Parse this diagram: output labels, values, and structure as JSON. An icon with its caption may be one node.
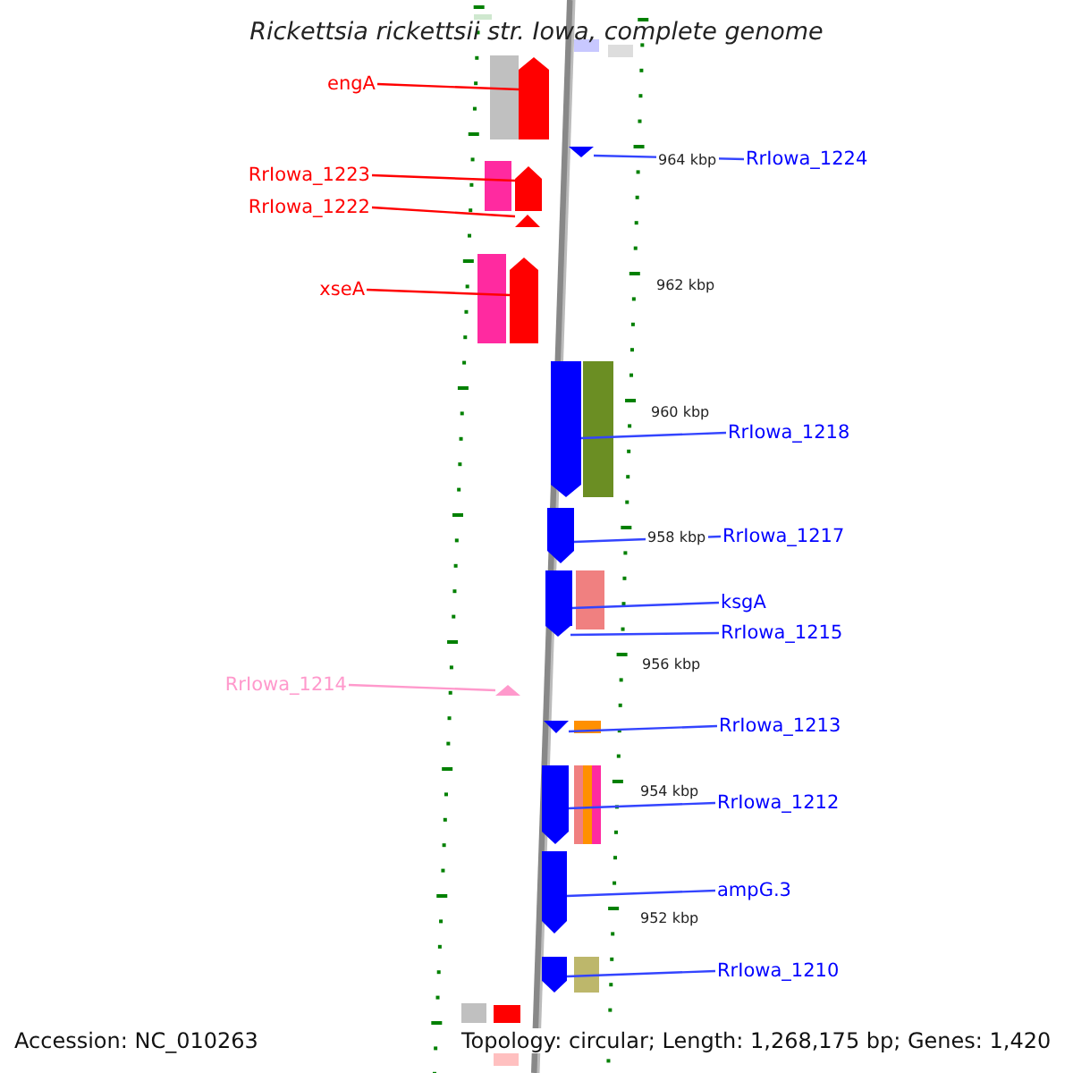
{
  "diagram": {
    "title": "Rickettsia rickettsii str. Iowa, complete genome",
    "nodes": [
      {
        "text": [
          "engA"
        ]
      },
      {
        "text": [],
        "shape": "bar"
      },
      {
        "text": [
          "RrIowa_1224"
        ]
      },
      {
        "text": [],
        "shape": "bar"
      },
      {
        "text": [
          "RrIowa_1223"
        ]
      },
      {
        "text": [],
        "shape": "bar"
      },
      {
        "text": [
          "RrIowa_1222"
        ]
      },
      {
        "text": [],
        "shape": "bar"
      },
      {
        "text": [
          "xseA"
        ]
      },
      {
        "text": [],
        "shape": "bar"
      },
      {
        "text": [
          "RrIowa_1218"
        ]
      },
      {
        "text": [],
        "shape": "bar"
      },
      {
        "text": [
          "RrIowa_1217"
        ]
      },
      {
        "text": [],
        "shape": "bar"
      },
      {
        "text": [
          "ksgA"
        ]
      },
      {
        "text": [],
        "shape": "bar"
      },
      {
        "text": [
          "RrIowa_1215"
        ]
      },
      {
        "text": [],
        "shape": "bar"
      },
      {
        "text": [
          "RrIowa_1214"
        ]
      },
      {
        "text": [],
        "shape": "bar"
      },
      {
        "text": [
          "RrIowa_1213"
        ]
      },
      {
        "text": [],
        "shape": "bar"
      },
      {
        "text": [
          "RrIowa_1212"
        ]
      },
      {
        "text": [],
        "shape": "bar"
      },
      {
        "text": [
          "ampG.3"
        ]
      },
      {
        "text": [],
        "shape": "bar"
      },
      {
        "text": [
          "RrIowa_1210"
        ]
      },
      {
        "text": [],
        "shape": "bar"
      }
    ],
    "edges": [
      {
        "from": 0,
        "to": 1,
        "arrow": "none",
        "color": "#ff0000"
      },
      {
        "from": 2,
        "to": 3,
        "arrow": "none"
      },
      {
        "from": 4,
        "to": 5,
        "arrow": "none",
        "color": "#ff0000"
      },
      {
        "from": 6,
        "to": 7,
        "arrow": "none",
        "color": "#ff0000"
      },
      {
        "from": 8,
        "to": 9,
        "arrow": "none",
        "color": "#ff0000"
      },
      {
        "from": 10,
        "to": 11,
        "arrow": "none"
      },
      {
        "from": 12,
        "to": 13,
        "arrow": "none"
      },
      {
        "from": 14,
        "to": 15,
        "arrow": "none"
      },
      {
        "from": 16,
        "to": 17,
        "arrow": "none"
      },
      {
        "from": 18,
        "to": 19,
        "arrow": "none",
        "color": "#ff99cc"
      },
      {
        "from": 20,
        "to": 21,
        "arrow": "none"
      },
      {
        "from": 22,
        "to": 23,
        "arrow": "none"
      },
      {
        "from": 24,
        "to": 25,
        "arrow": "none"
      },
      {
        "from": 26,
        "to": 27,
        "arrow": "none"
      }
    ],
    "labels": [
      "964 kbp",
      "962 kbp",
      "960 kbp",
      "958 kbp",
      "956 kbp",
      "954 kbp",
      "952 kbp",
      "Accession: NC_010263",
      "Topology: circular; Length: 1,268,175 bp; Genes: 1,420"
    ]
  }
}
